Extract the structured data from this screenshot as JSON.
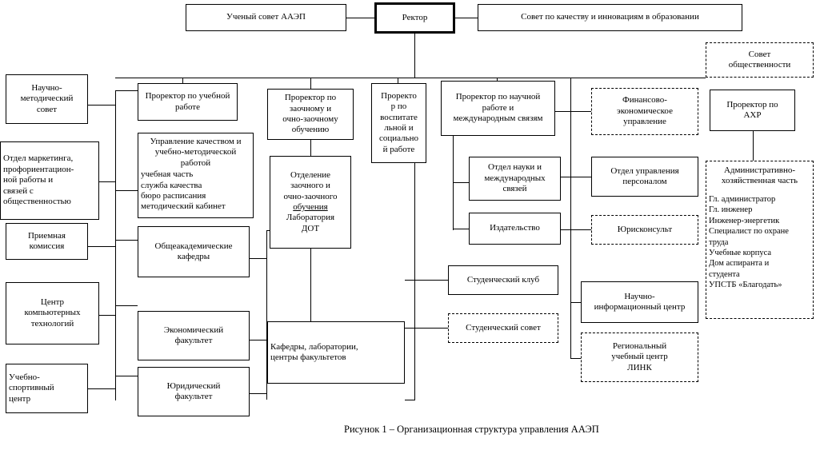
{
  "figure": {
    "caption": "Рисунок 1  – Организационная структура управления ААЭП",
    "colors": {
      "stroke": "#000000",
      "background": "#ffffff"
    }
  },
  "top_level": {
    "academic_council": "Ученый совет ААЭП",
    "rector": "Ректор",
    "quality_council": "Совет по качеству и инновациям в образовании",
    "public_council": "Совет\nобщественности"
  },
  "vice_rectors": [
    {
      "id": "academic",
      "label": "Проректор по учебной\nработе"
    },
    {
      "id": "correspondence",
      "label": "Проректор по\nзаочному и\nочно-заочному\nобучению"
    },
    {
      "id": "upbringing",
      "label": "Проректо\nр по\nвоспитате\nльной и\nсоциально\nй работе"
    },
    {
      "id": "science",
      "label": "Проректор по научной\nработе и\nмеждународным связям"
    },
    {
      "id": "ahr",
      "label": "Проректор по\nАХР"
    }
  ],
  "left_column": [
    {
      "id": "method-council",
      "label": "Научно-\nметодический\nсовет"
    },
    {
      "id": "marketing",
      "label": "Отдел маркетинга,\nпрофориентацион-\nной работы и\nсвязей с\nобщественностью"
    },
    {
      "id": "admissions",
      "label": "Приемная\nкомиссия"
    },
    {
      "id": "computer-center",
      "label": "Центр\nкомпьютерных\nтехнологий"
    },
    {
      "id": "sport-center",
      "label": "Учебно-\nспортивный\nцентр"
    }
  ],
  "quality_management": {
    "title": "Управление качеством и\nучебно-методической\nработой",
    "items": [
      "учебная часть",
      "служба качества",
      "бюро расписания",
      "методический  кабинет"
    ]
  },
  "faculties": [
    {
      "id": "general-departments",
      "label": "Общеакадемические\nкафедры"
    },
    {
      "id": "economics",
      "label": "Экономический\nфакультет"
    },
    {
      "id": "law",
      "label": "Юридический\nфакультет"
    }
  ],
  "correspondence_branch": {
    "title": "Отделение\nзаочного и\nочно-заочного",
    "underlined": "обучения",
    "lab": "Лаборатория\nДОТ"
  },
  "departments_center": "Кафедры,  лаборатории,\nцентры факультетов",
  "science_units": [
    {
      "id": "science-dept",
      "label": "Отдел науки и\nмеждународных\nсвязей"
    },
    {
      "id": "publishing",
      "label": "Издательство"
    }
  ],
  "student_units": [
    {
      "id": "student-club",
      "label": "Студенческий клуб",
      "style": "solid"
    },
    {
      "id": "student-council",
      "label": "Студенческий совет",
      "style": "dashed"
    }
  ],
  "right_column": [
    {
      "id": "finance",
      "label": "Финансово-\nэкономическое\nуправление",
      "style": "dashed"
    },
    {
      "id": "hr",
      "label": "Отдел управления\nперсоналом",
      "style": "solid"
    },
    {
      "id": "legal",
      "label": "Юрисконсульт",
      "style": "dashed"
    },
    {
      "id": "sci-info",
      "label": "Научно-\nинформационный центр",
      "style": "solid"
    },
    {
      "id": "link",
      "label": "Региональный\nучебный центр\nЛИНК",
      "style": "dashed"
    }
  ],
  "administrative": {
    "title": "Административно-\nхозяйственная часть",
    "items": [
      "Гл. администратор",
      "Гл. инженер",
      "Инженер-энергетик",
      "Специалист   по   охране",
      "  труда",
      "Учебные корпуса",
      "Дом аспиранта  и",
      "  студента",
      "УПСТБ «Благодать»"
    ]
  }
}
